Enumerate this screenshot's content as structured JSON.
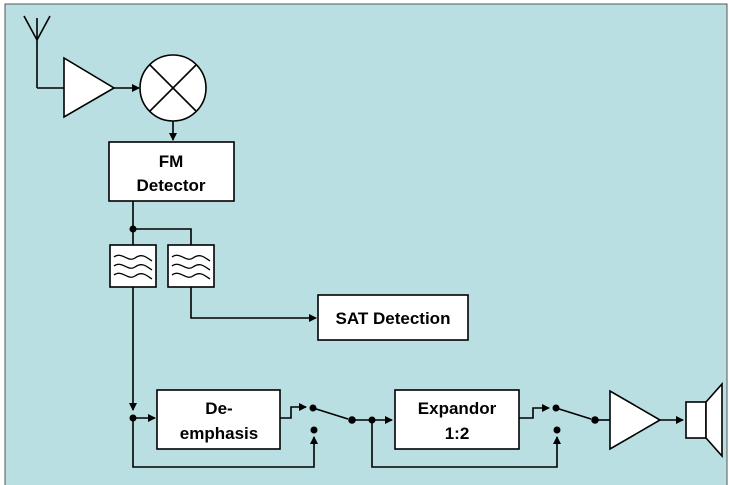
{
  "colors": {
    "background": "#b9dfe2",
    "block_fill": "#ffffff",
    "stroke": "#000000"
  },
  "blocks": {
    "fm_detector": {
      "line1": "FM",
      "line2": "Detector"
    },
    "sat_detection": {
      "label": "SAT Detection"
    },
    "deemphasis": {
      "line1": "De-",
      "line2": "emphasis"
    },
    "expandor": {
      "line1": "Expandor",
      "line2": "1:2"
    }
  },
  "icons": {
    "antenna": "antenna-icon",
    "rf_amplifier": "amplifier-triangle-icon",
    "mixer": "mixer-circle-x-icon",
    "filter_1": "bandpass-filter-icon",
    "filter_2": "bandpass-filter-icon",
    "switch_1": "switch-icon",
    "switch_2": "switch-icon",
    "audio_amplifier": "amplifier-triangle-icon",
    "speaker": "speaker-icon"
  }
}
